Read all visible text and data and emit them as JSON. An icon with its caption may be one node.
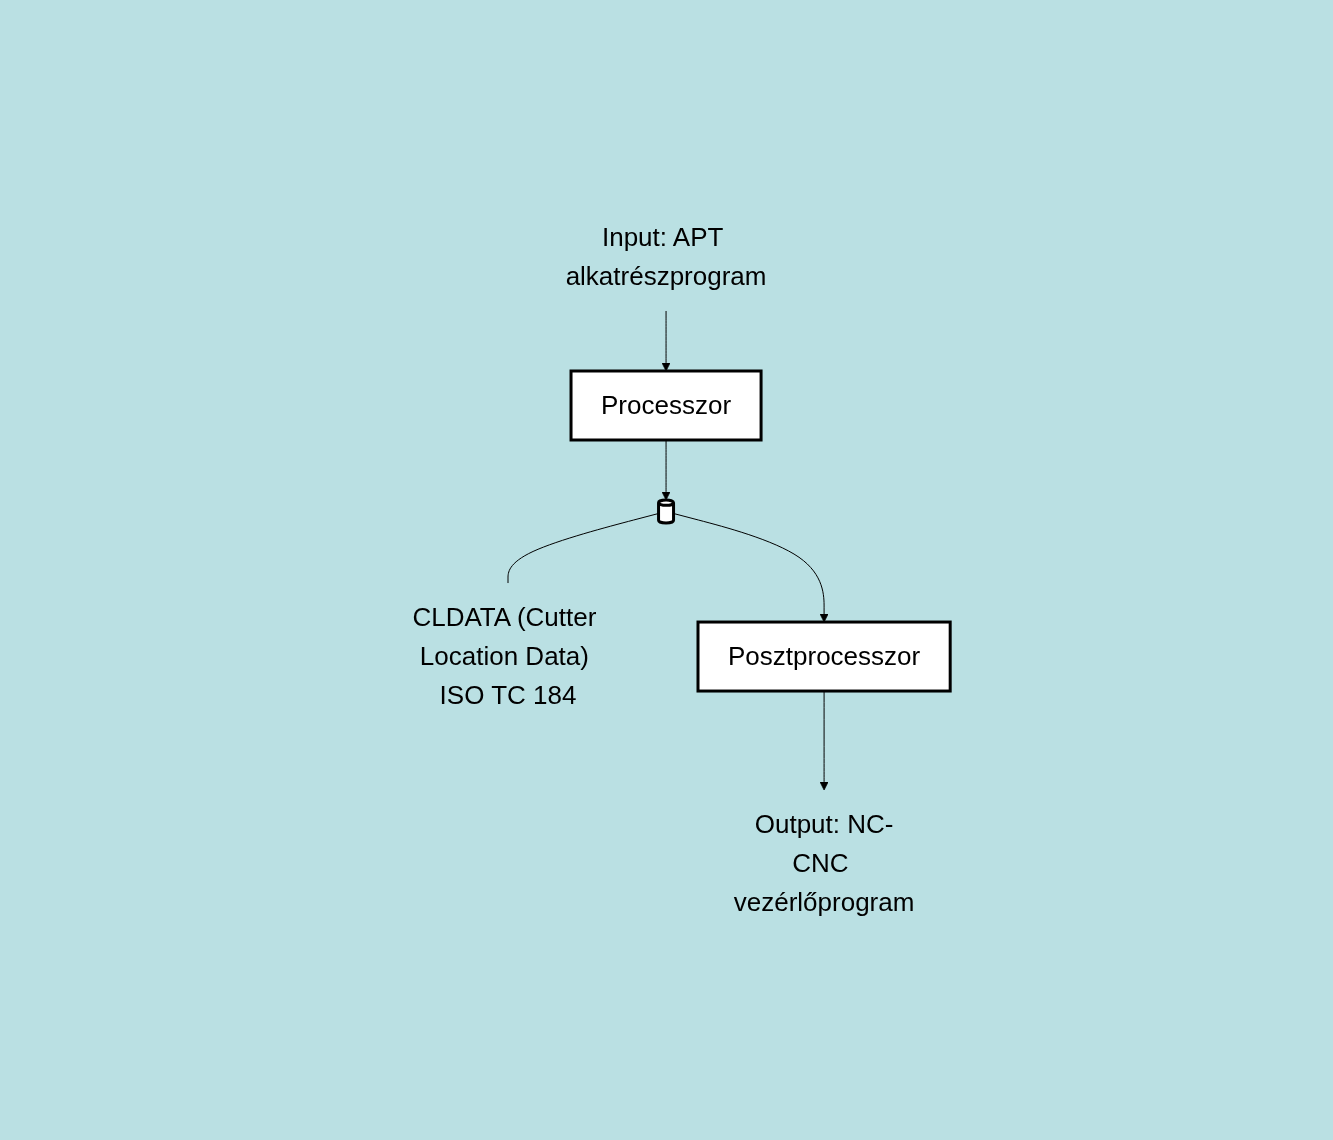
{
  "diagram": {
    "nodes": [
      {
        "text": [
          "Input: APT alkatrészprogram"
        ]
      },
      {
        "text": [
          "Processzor"
        ]
      },
      {
        "text": [],
        "shape": "cylinder"
      },
      {
        "text": [
          "CLDATA (Cutter Location Data) ISO TC 184"
        ]
      },
      {
        "text": [
          "Posztprocesszor"
        ]
      },
      {
        "text": [
          "Output: NC-CNC vezérlőprogram"
        ]
      }
    ],
    "edges": [
      {
        "from": 0,
        "to": 1,
        "arrow": "to"
      },
      {
        "from": 1,
        "to": 2,
        "arrow": "to"
      },
      {
        "from": 2,
        "to": 3,
        "arrow": "none"
      },
      {
        "from": 2,
        "to": 4,
        "arrow": "to"
      },
      {
        "from": 4,
        "to": 5,
        "arrow": "to"
      }
    ]
  }
}
